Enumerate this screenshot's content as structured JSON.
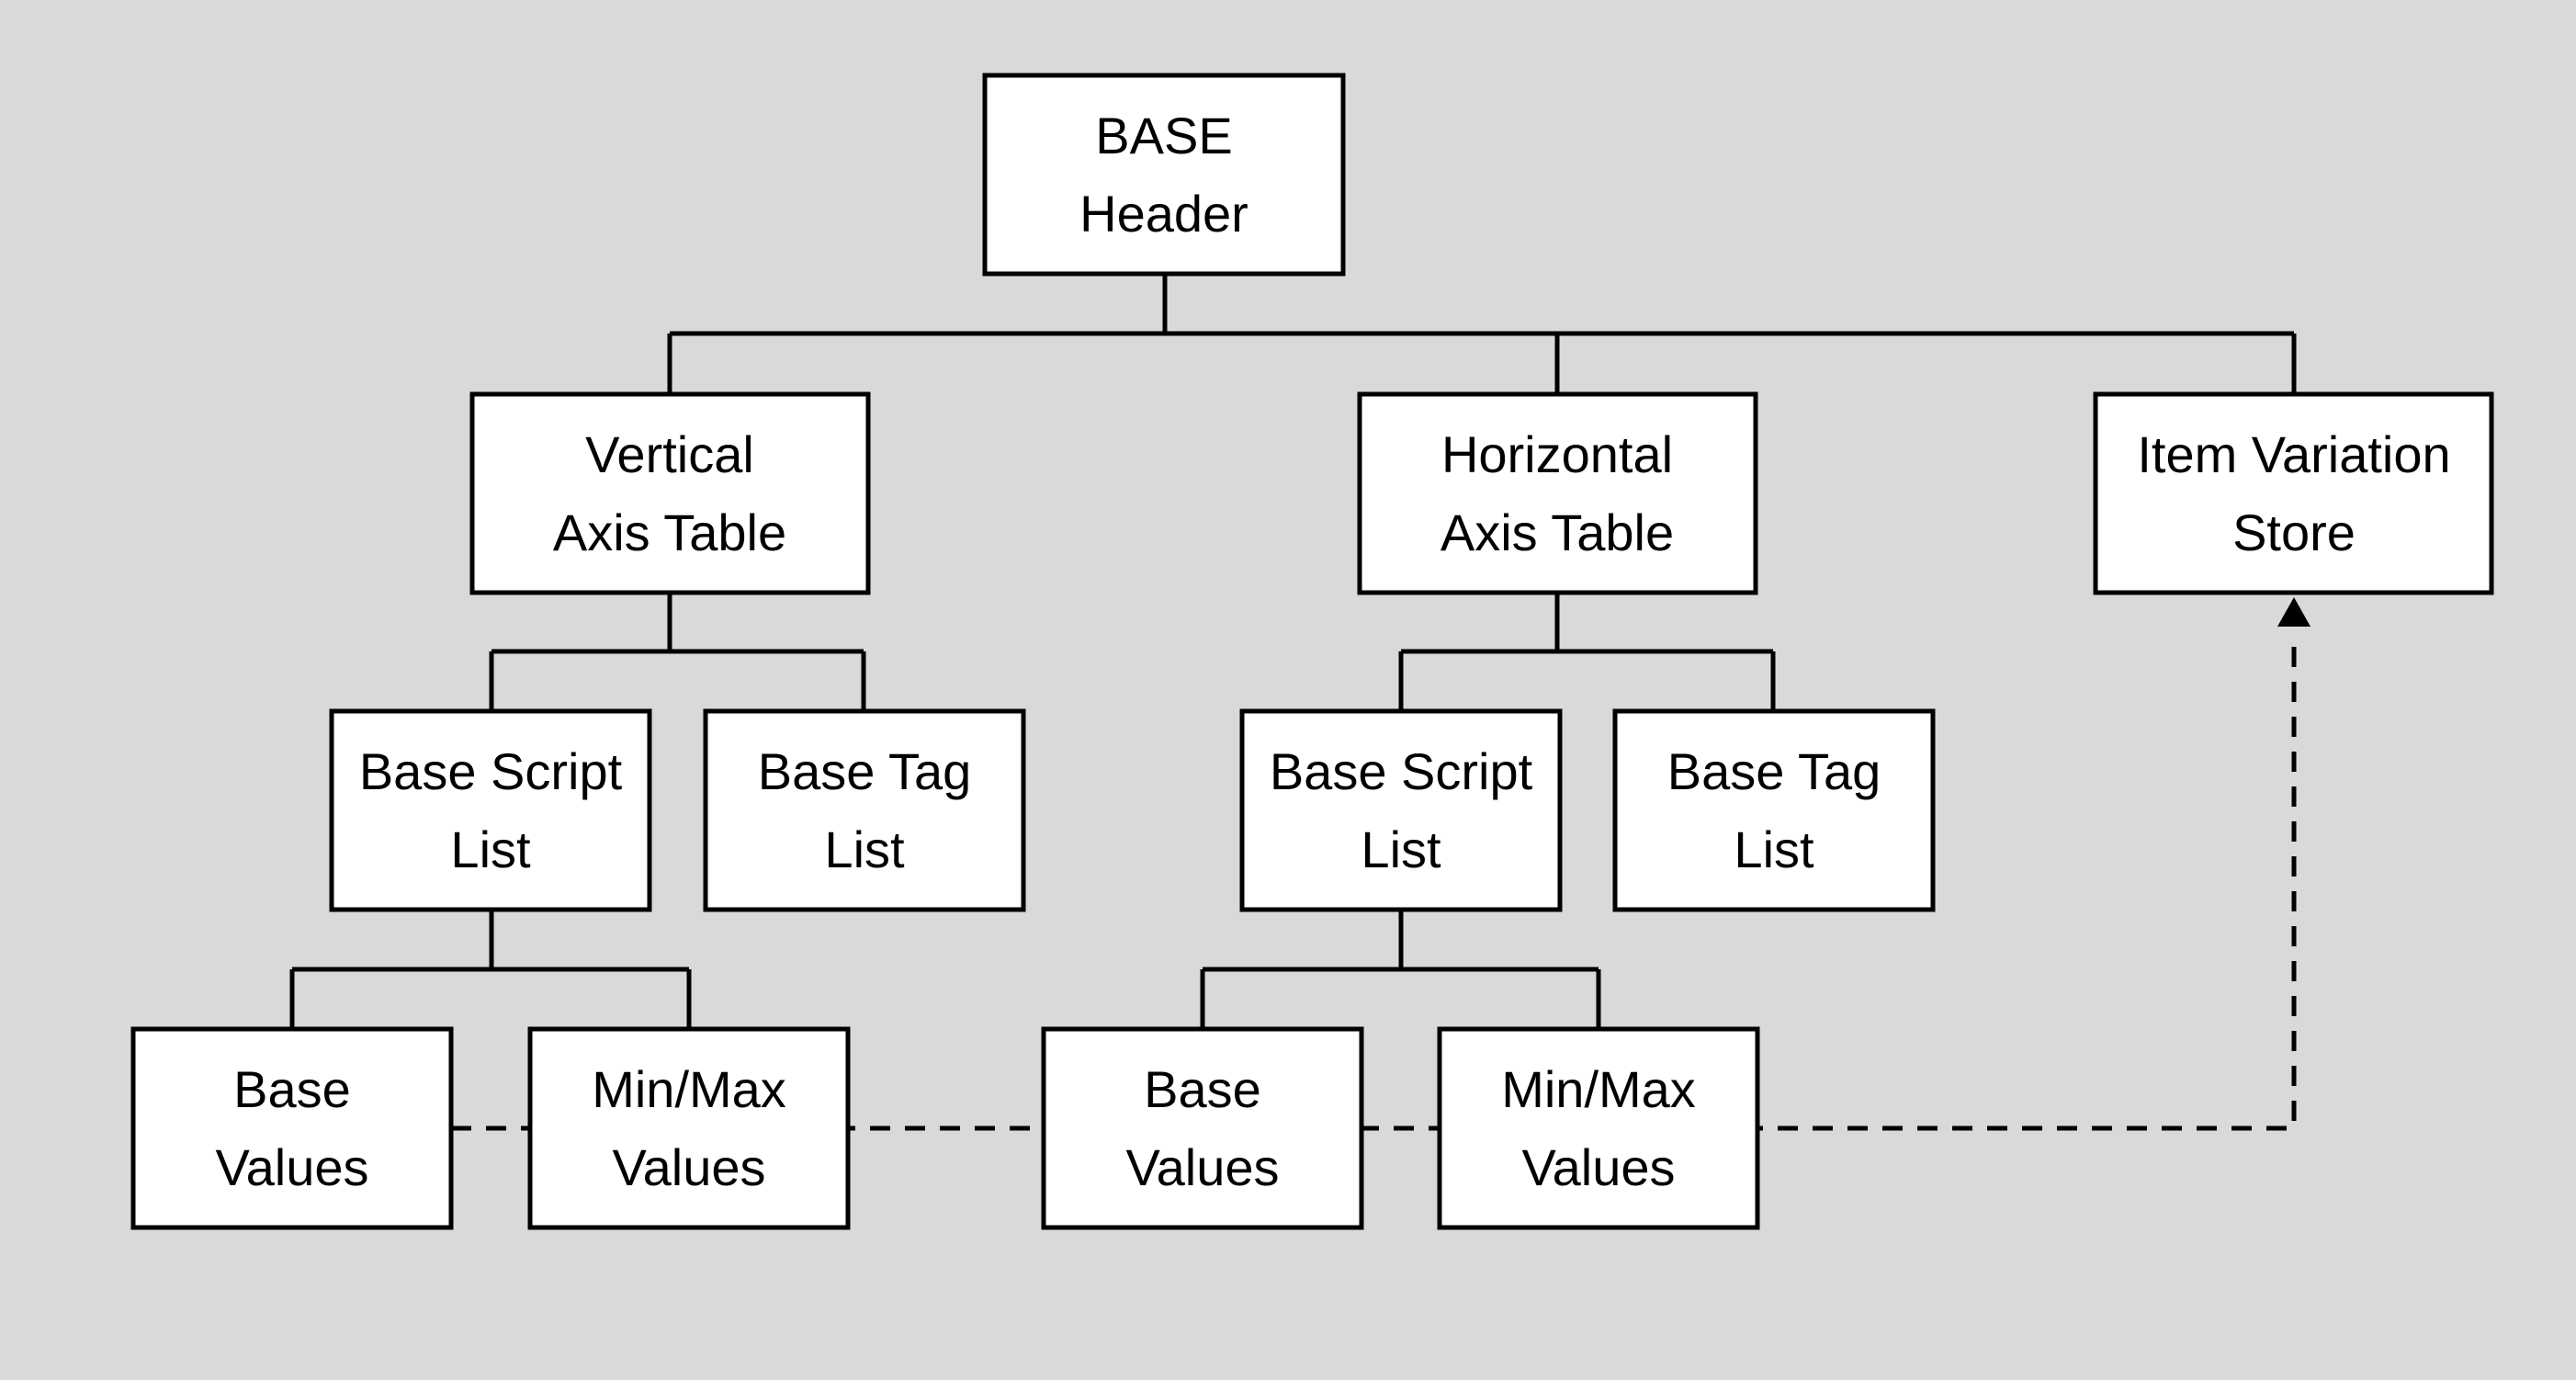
{
  "diagram": {
    "nodes": {
      "base_header": {
        "line1": "BASE",
        "line2": "Header"
      },
      "vertical_axis_table": {
        "line1": "Vertical",
        "line2": "Axis Table"
      },
      "horizontal_axis_table": {
        "line1": "Horizontal",
        "line2": "Axis Table"
      },
      "item_variation_store": {
        "line1": "Item Variation",
        "line2": "Store"
      },
      "v_base_script_list": {
        "line1": "Base Script",
        "line2": "List"
      },
      "v_base_tag_list": {
        "line1": "Base Tag",
        "line2": "List"
      },
      "h_base_script_list": {
        "line1": "Base Script",
        "line2": "List"
      },
      "h_base_tag_list": {
        "line1": "Base Tag",
        "line2": "List"
      },
      "v_base_values": {
        "line1": "Base",
        "line2": "Values"
      },
      "v_minmax_values": {
        "line1": "Min/Max",
        "line2": "Values"
      },
      "h_base_values": {
        "line1": "Base",
        "line2": "Values"
      },
      "h_minmax_values": {
        "line1": "Min/Max",
        "line2": "Values"
      }
    },
    "edges": [
      {
        "from": "base_header",
        "to": "vertical_axis_table",
        "style": "solid"
      },
      {
        "from": "base_header",
        "to": "horizontal_axis_table",
        "style": "solid"
      },
      {
        "from": "base_header",
        "to": "item_variation_store",
        "style": "solid"
      },
      {
        "from": "vertical_axis_table",
        "to": "v_base_script_list",
        "style": "solid"
      },
      {
        "from": "vertical_axis_table",
        "to": "v_base_tag_list",
        "style": "solid"
      },
      {
        "from": "horizontal_axis_table",
        "to": "h_base_script_list",
        "style": "solid"
      },
      {
        "from": "horizontal_axis_table",
        "to": "h_base_tag_list",
        "style": "solid"
      },
      {
        "from": "v_base_script_list",
        "to": "v_base_values",
        "style": "solid"
      },
      {
        "from": "v_base_script_list",
        "to": "v_minmax_values",
        "style": "solid"
      },
      {
        "from": "h_base_script_list",
        "to": "h_base_values",
        "style": "solid"
      },
      {
        "from": "h_base_script_list",
        "to": "h_minmax_values",
        "style": "solid"
      },
      {
        "from": "v_base_values",
        "to": "item_variation_store",
        "style": "dashed-arrow"
      },
      {
        "from": "v_minmax_values",
        "to": "item_variation_store",
        "style": "dashed-arrow"
      },
      {
        "from": "h_base_values",
        "to": "item_variation_store",
        "style": "dashed-arrow"
      },
      {
        "from": "h_minmax_values",
        "to": "item_variation_store",
        "style": "dashed-arrow"
      }
    ],
    "colors": {
      "background": "#d9d9d9",
      "box_fill": "#ffffff",
      "stroke": "#000000"
    }
  }
}
